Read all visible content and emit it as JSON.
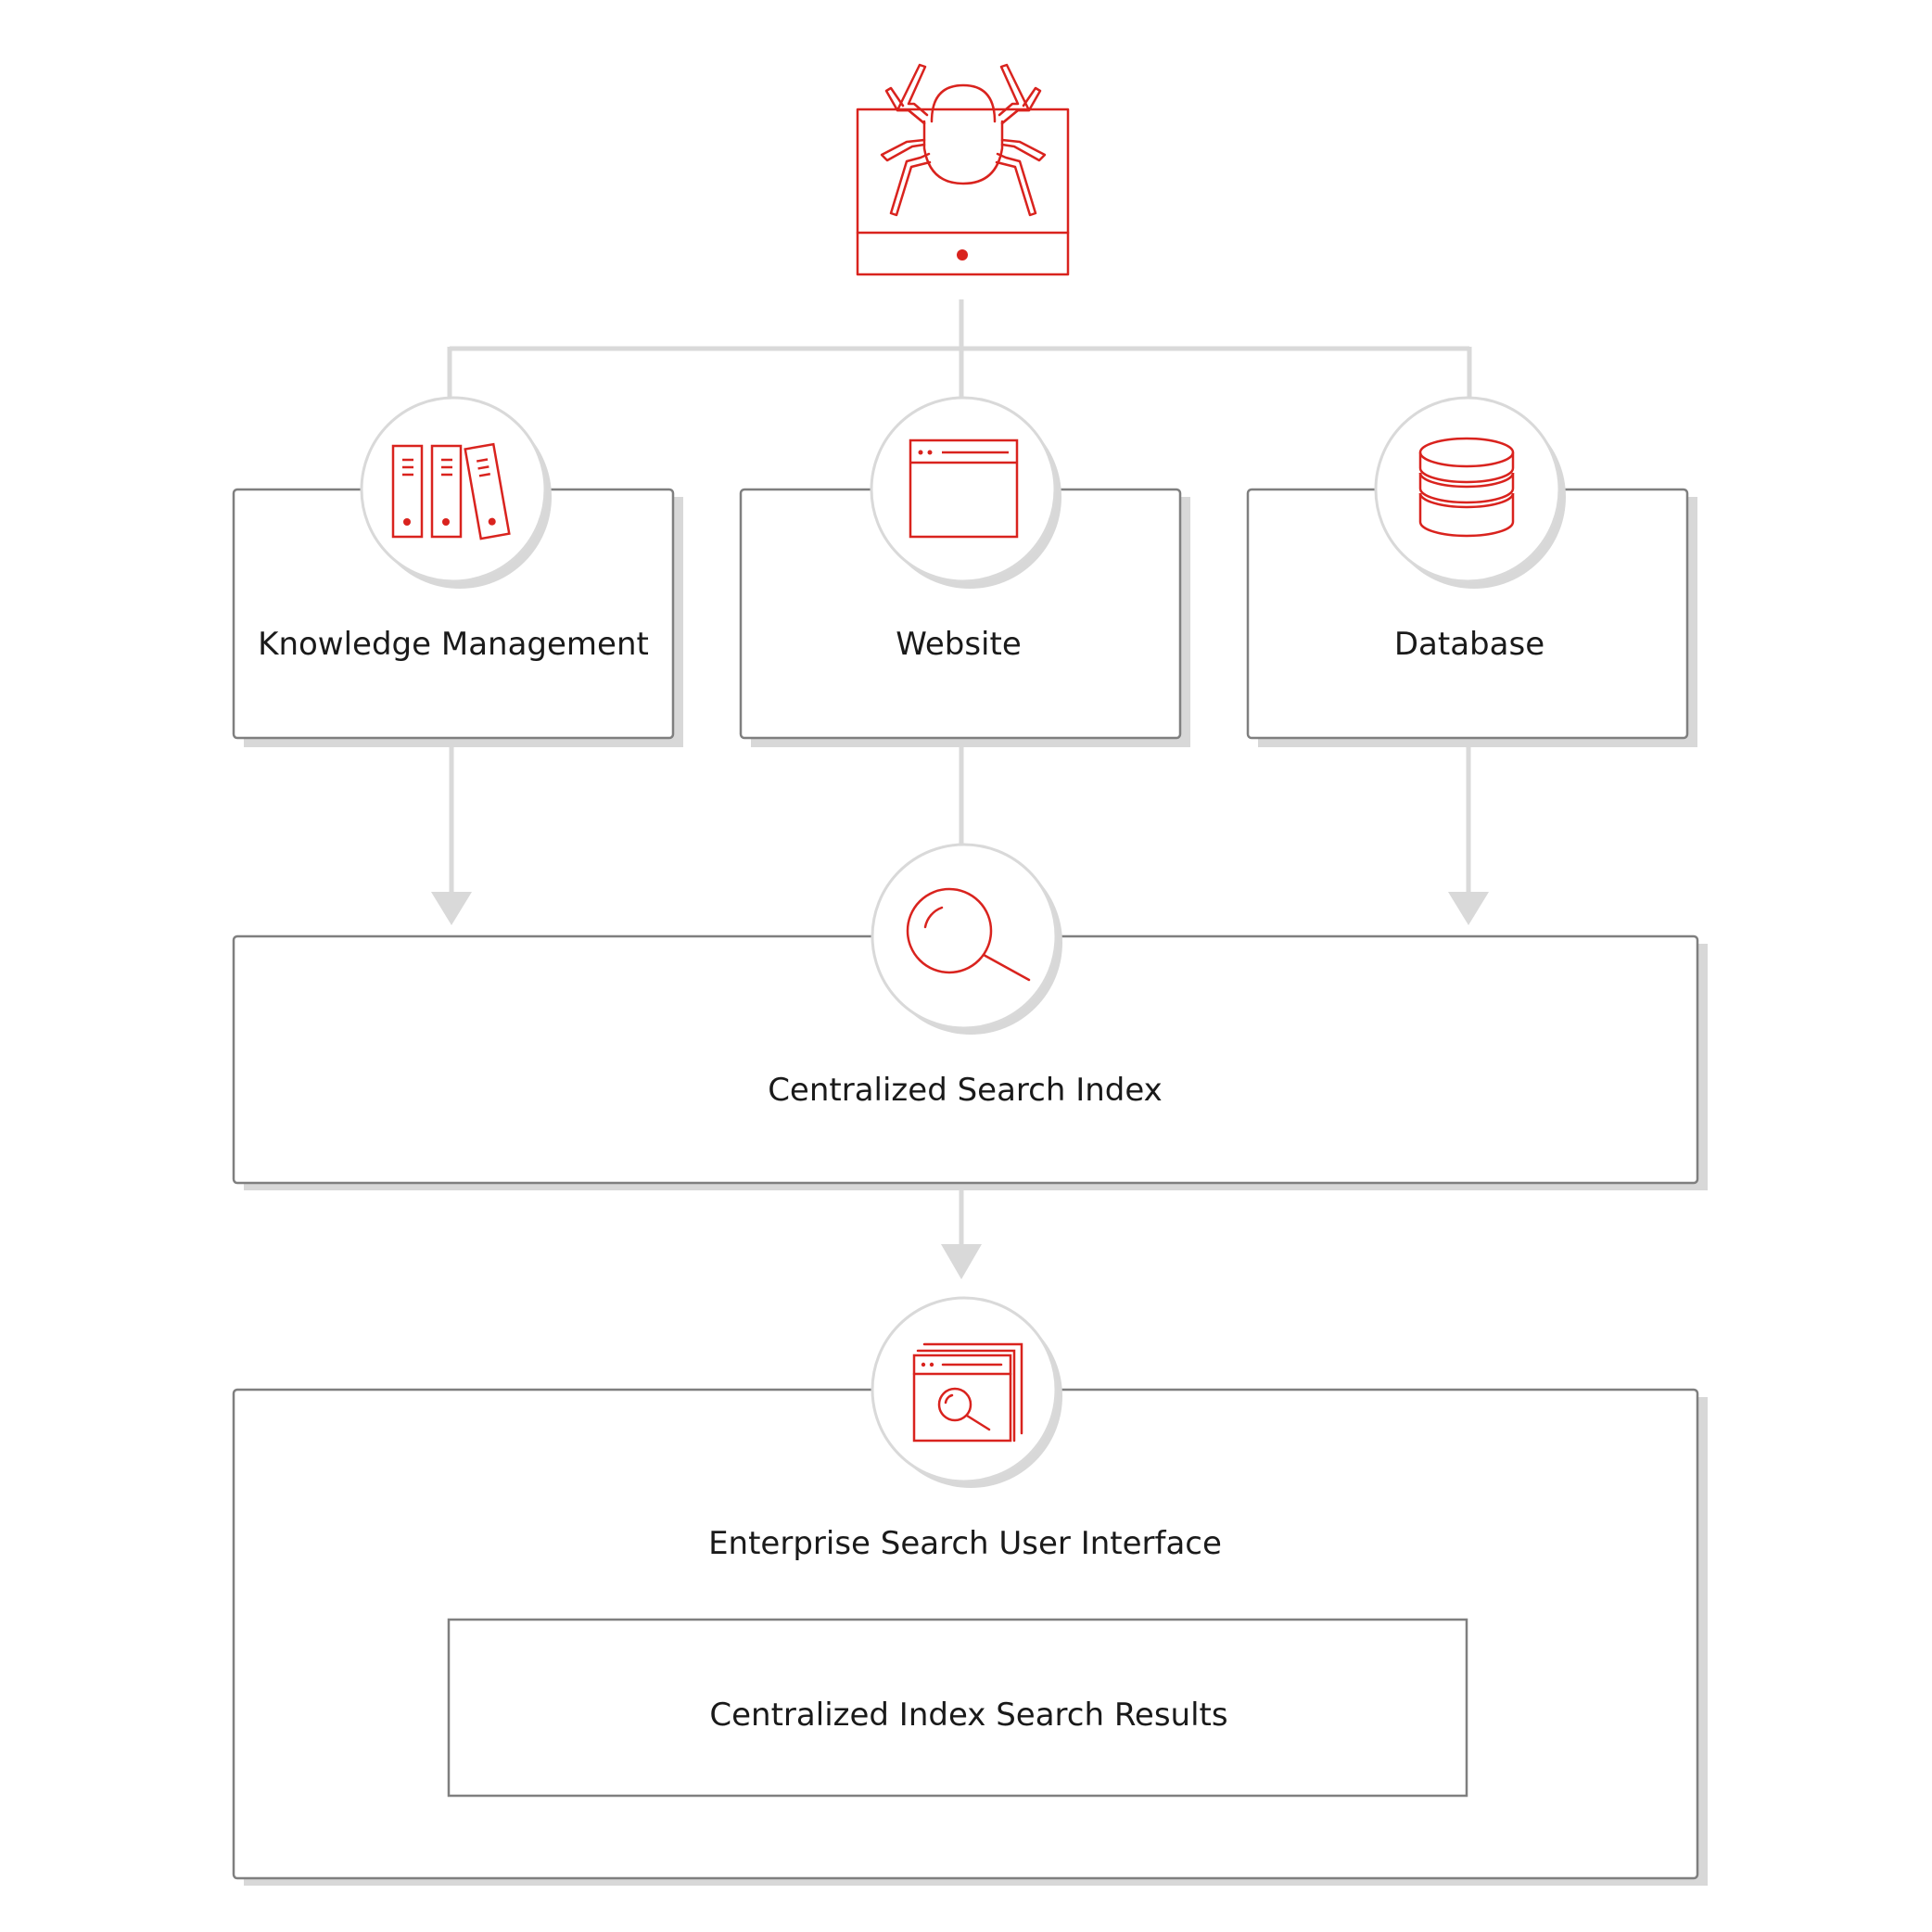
{
  "colors": {
    "accent": "#d9231e",
    "connector": "#d9d9d9",
    "box_border": "#7f7f7f",
    "shadow": "#d8d8d8",
    "circle_border": "#d9d9d9"
  },
  "nodes": {
    "crawler": {
      "icon": "spider-crawler-icon"
    },
    "knowledge_management": {
      "label": "Knowledge Management",
      "icon": "binders-icon"
    },
    "website": {
      "label": "Website",
      "icon": "browser-window-icon"
    },
    "database": {
      "label": "Database",
      "icon": "database-icon"
    },
    "search_index": {
      "label": "Centralized Search Index",
      "icon": "magnifier-icon"
    },
    "search_ui": {
      "label": "Enterprise Search User Interface",
      "icon": "search-window-icon"
    },
    "search_results": {
      "label": "Centralized Index Search Results"
    }
  }
}
